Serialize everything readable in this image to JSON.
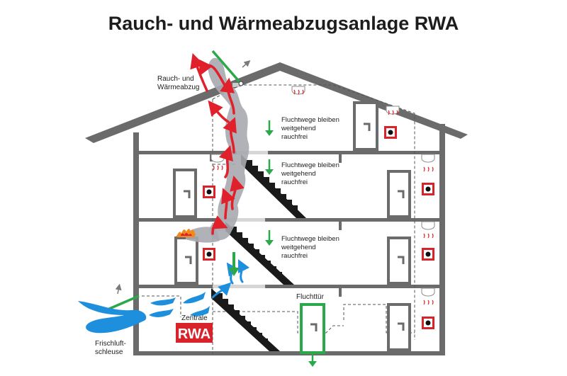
{
  "title": "Rauch- und Wärmeabzugsanlage RWA",
  "labels": {
    "smoke_vent_1": "Rauch- und",
    "smoke_vent_2": "Wärmeabzug",
    "escape_1": "Fluchtwege bleiben",
    "escape_2": "weitgehend",
    "escape_3": "rauchfrei",
    "exit_door": "Fluchttür",
    "control": "Zentrale",
    "rwa": "RWA",
    "fresh_air_1": "Frischluft-",
    "fresh_air_2": "schleuse"
  },
  "colors": {
    "structure": "#6b6b6b",
    "smoke": "#a8a8b0",
    "hot_air": "#e0202a",
    "fresh_air": "#1e8fdc",
    "escape": "#2aa84a",
    "rwa_box": "#d8232a"
  },
  "icons": [
    "smoke-detector-icon",
    "manual-call-point-icon",
    "door-icon",
    "fire-icon"
  ]
}
